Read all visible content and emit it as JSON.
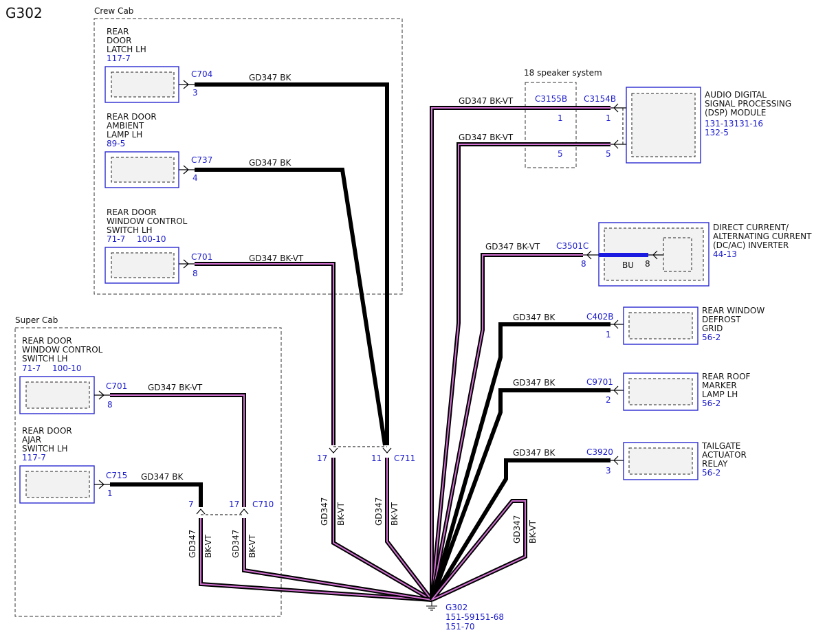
{
  "diagram": {
    "title": "G302",
    "regions": {
      "crew_cab": "Crew Cab",
      "super_cab": "Super Cab",
      "speaker_system": "18 speaker system"
    },
    "components": {
      "rear_door_latch": {
        "line1": "REAR",
        "line2": "DOOR",
        "line3": "LATCH LH",
        "ref": "117-7",
        "connector": "C704",
        "pin": "3"
      },
      "rear_door_ambient": {
        "line1": "REAR DOOR",
        "line2": "AMBIENT",
        "line3": "LAMP LH",
        "ref": "89-5",
        "connector": "C737",
        "pin": "4"
      },
      "crew_window_switch": {
        "line1": "REAR DOOR",
        "line2": "WINDOW CONTROL",
        "line3": "SWITCH LH",
        "ref1": "71-7",
        "ref2": "100-10",
        "connector": "C701",
        "pin": "8"
      },
      "super_window_switch": {
        "line1": "REAR DOOR",
        "line2": "WINDOW CONTROL",
        "line3": "SWITCH LH",
        "ref1": "71-7",
        "ref2": "100-10",
        "connector": "C701",
        "pin": "8"
      },
      "rear_door_ajar": {
        "line1": "REAR DOOR",
        "line2": "AJAR",
        "line3": "SWITCH LH",
        "ref": "117-7",
        "connector": "C715",
        "pin": "1"
      },
      "dsp_module": {
        "line1": "AUDIO DIGITAL",
        "line2": "SIGNAL PROCESSING",
        "line3": "(DSP) MODULE",
        "ref1": "131-13131-16",
        "ref2": "132-5",
        "connector": "C3154B",
        "pin1": "1",
        "pin2": "5"
      },
      "speaker_inline": {
        "connector": "C3155B",
        "pin1": "1",
        "pin2": "5"
      },
      "inverter": {
        "line1": "DIRECT CURRENT/",
        "line2": "ALTERNATING CURRENT",
        "line3": "(DC/AC) INVERTER",
        "ref": "44-13",
        "connector": "C3501C",
        "pin_outer": "8",
        "pin_inner": "8",
        "inner_wire": "BU"
      },
      "defrost_grid": {
        "line1": "REAR WINDOW",
        "line2": "DEFROST",
        "line3": "GRID",
        "ref": "56-2",
        "connector": "C402B",
        "pin": "1"
      },
      "roof_marker": {
        "line1": "REAR ROOF",
        "line2": "MARKER",
        "line3": "LAMP LH",
        "ref": "56-2",
        "connector": "C9701",
        "pin": "2"
      },
      "tailgate_relay": {
        "line1": "TAILGATE",
        "line2": "ACTUATOR",
        "line3": "RELAY",
        "ref": "56-2",
        "connector": "C3920",
        "pin": "3"
      }
    },
    "inline_connectors": {
      "c711": {
        "name": "C711",
        "pin_a": "17",
        "pin_b": "11"
      },
      "c710": {
        "name": "C710",
        "pin_a": "7",
        "pin_b": "17"
      }
    },
    "wires": {
      "circuit": "GD347",
      "bk": "BK",
      "bkvt": "BK-VT",
      "label_bk": "GD347  BK",
      "label_bkvt": "GD347  BK-VT"
    },
    "ground": {
      "name": "G302",
      "ref1": "151-59151-68",
      "ref2": "151-70"
    },
    "colors": {
      "blue": "#1a1acc",
      "violet": "#d070d0",
      "black": "#000000"
    }
  }
}
